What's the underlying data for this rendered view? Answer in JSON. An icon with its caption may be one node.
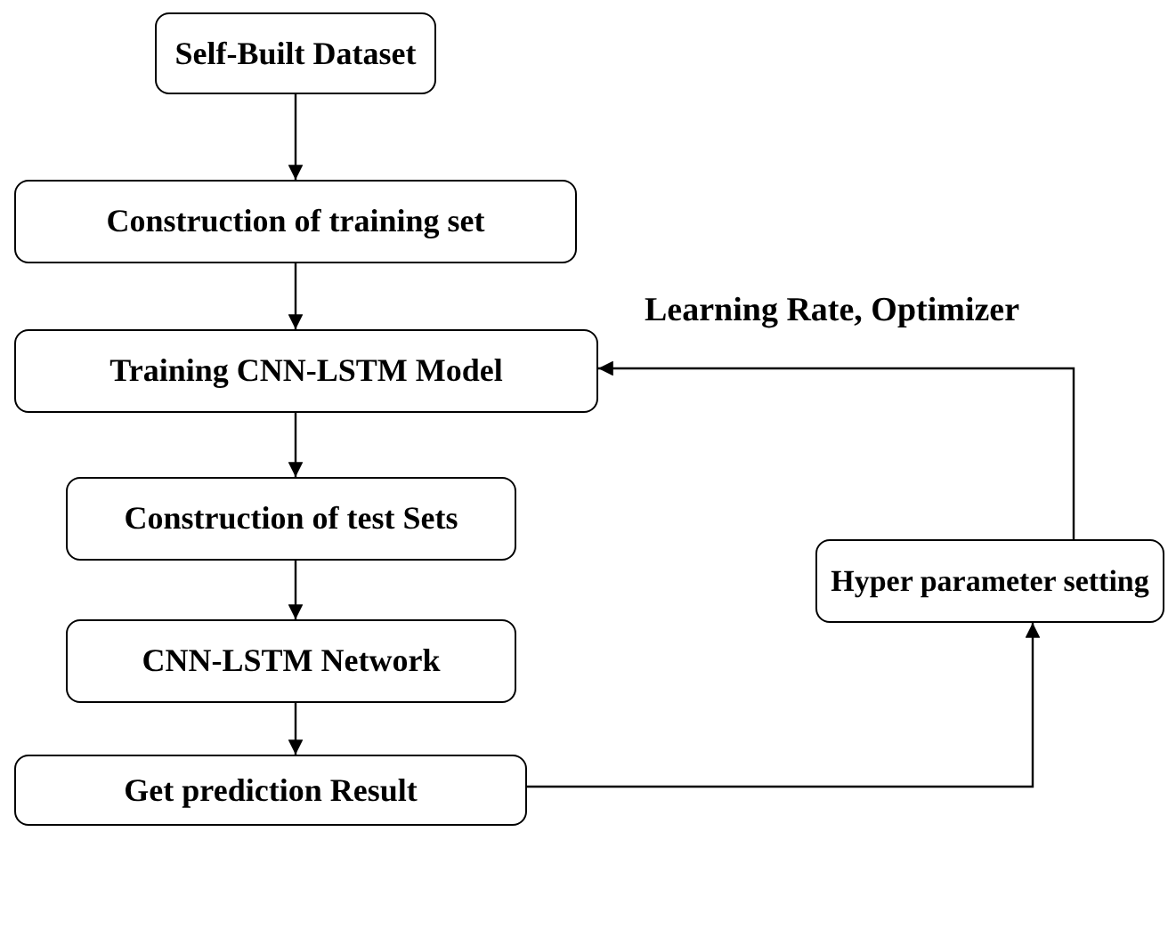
{
  "diagram": {
    "nodes": [
      {
        "text": [
          "Self-Built Dataset"
        ]
      },
      {
        "text": [
          "Construction of training set"
        ]
      },
      {
        "text": [
          "Training CNN-LSTM Model"
        ]
      },
      {
        "text": [
          "Construction of test Sets"
        ]
      },
      {
        "text": [
          "CNN-LSTM Network"
        ]
      },
      {
        "text": [
          "Get prediction Result"
        ]
      },
      {
        "text": [
          "Hyper parameter setting"
        ]
      }
    ],
    "edges": [
      {
        "from": 0,
        "to": 1,
        "arrow": "to"
      },
      {
        "from": 1,
        "to": 2,
        "arrow": "to"
      },
      {
        "from": 2,
        "to": 3,
        "arrow": "to"
      },
      {
        "from": 3,
        "to": 4,
        "arrow": "to"
      },
      {
        "from": 4,
        "to": 5,
        "arrow": "to"
      },
      {
        "from": 5,
        "to": 6,
        "arrow": "to"
      },
      {
        "from": 6,
        "to": 2,
        "arrow": "to",
        "label": "Learning Rate, Optimizer"
      }
    ]
  }
}
